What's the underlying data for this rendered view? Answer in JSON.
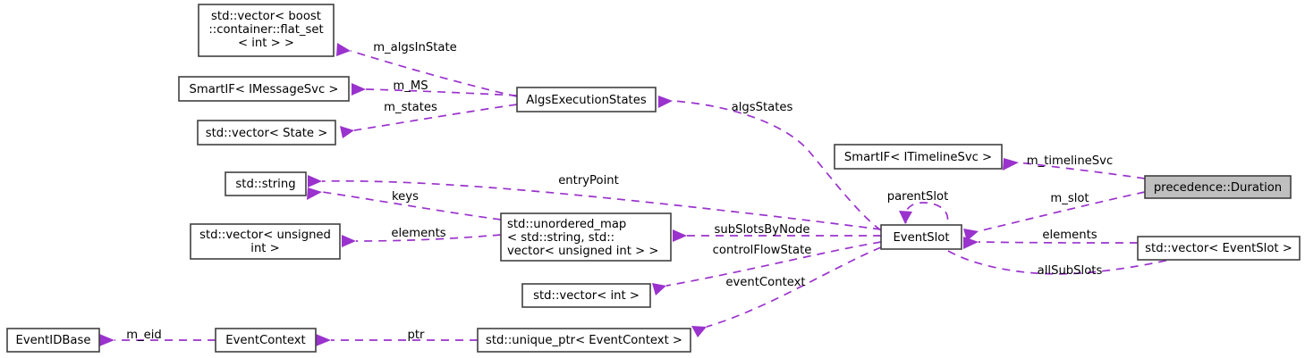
{
  "diagram": {
    "type": "uml-collaboration-graph",
    "background_color": "#ffffff",
    "edge_color": "#9a32cd",
    "node_border_color": "#404040",
    "node_fill_color": "#ffffff",
    "highlight_fill_color": "#bfbfbf",
    "nodes": [
      {
        "id": "vector-flat-set",
        "lines": [
          "std::vector< boost",
          "::container::flat_set",
          "< int > >"
        ],
        "align": "center",
        "highlight": false
      },
      {
        "id": "smartif-imessagesvc",
        "lines": [
          "SmartIF< IMessageSvc >"
        ],
        "align": "center",
        "highlight": false
      },
      {
        "id": "vector-state",
        "lines": [
          "std::vector< State >"
        ],
        "align": "center",
        "highlight": false
      },
      {
        "id": "algsexecutionstates",
        "lines": [
          "AlgsExecutionStates"
        ],
        "align": "center",
        "highlight": false
      },
      {
        "id": "std-string",
        "lines": [
          "std::string"
        ],
        "align": "center",
        "highlight": false
      },
      {
        "id": "vector-unsigned-int",
        "lines": [
          "std::vector< unsigned",
          "int >"
        ],
        "align": "center",
        "highlight": false
      },
      {
        "id": "unordered-map",
        "lines": [
          "std::unordered_map",
          "< std::string, std::",
          "vector< unsigned int > >"
        ],
        "align": "left",
        "highlight": false
      },
      {
        "id": "vector-int",
        "lines": [
          "std::vector< int >"
        ],
        "align": "center",
        "highlight": false
      },
      {
        "id": "smartif-itimelinesvc",
        "lines": [
          "SmartIF< ITimelineSvc >"
        ],
        "align": "center",
        "highlight": false
      },
      {
        "id": "eventslot",
        "lines": [
          "EventSlot"
        ],
        "align": "center",
        "highlight": false
      },
      {
        "id": "precedence-duration",
        "lines": [
          "precedence::Duration"
        ],
        "align": "center",
        "highlight": true
      },
      {
        "id": "vector-eventslot",
        "lines": [
          "std::vector< EventSlot >"
        ],
        "align": "center",
        "highlight": false
      },
      {
        "id": "eventidbase",
        "lines": [
          "EventIDBase"
        ],
        "align": "center",
        "highlight": false
      },
      {
        "id": "eventcontext",
        "lines": [
          "EventContext"
        ],
        "align": "center",
        "highlight": false
      },
      {
        "id": "unique-ptr-eventcontext",
        "lines": [
          "std::unique_ptr< EventContext >"
        ],
        "align": "center",
        "highlight": false
      }
    ],
    "edges": [
      {
        "id": "e-m-algsinstate",
        "label": "m_algsInState",
        "from": "algsexecutionstates",
        "to": "vector-flat-set"
      },
      {
        "id": "e-m-ms",
        "label": "m_MS",
        "from": "algsexecutionstates",
        "to": "smartif-imessagesvc"
      },
      {
        "id": "e-m-states",
        "label": "m_states",
        "from": "algsexecutionstates",
        "to": "vector-state"
      },
      {
        "id": "e-algsstates",
        "label": "algsStates",
        "from": "eventslot",
        "to": "algsexecutionstates"
      },
      {
        "id": "e-entrypoint",
        "label": "entryPoint",
        "from": "eventslot",
        "to": "std-string"
      },
      {
        "id": "e-keys",
        "label": "keys",
        "from": "unordered-map",
        "to": "std-string"
      },
      {
        "id": "e-elements-map",
        "label": "elements",
        "from": "unordered-map",
        "to": "vector-unsigned-int"
      },
      {
        "id": "e-subslotsbynode",
        "label": "subSlotsByNode",
        "from": "eventslot",
        "to": "unordered-map"
      },
      {
        "id": "e-controlflowstate",
        "label": "controlFlowState",
        "from": "eventslot",
        "to": "vector-int"
      },
      {
        "id": "e-eventcontext",
        "label": "eventContext",
        "from": "eventslot",
        "to": "unique-ptr-eventcontext"
      },
      {
        "id": "e-parentslot",
        "label": "parentSlot",
        "from": "eventslot",
        "to": "eventslot"
      },
      {
        "id": "e-m-timelinesvc",
        "label": "m_timelineSvc",
        "from": "precedence-duration",
        "to": "smartif-itimelinesvc"
      },
      {
        "id": "e-m-slot",
        "label": "m_slot",
        "from": "precedence-duration",
        "to": "eventslot"
      },
      {
        "id": "e-elements-slot",
        "label": "elements",
        "from": "vector-eventslot",
        "to": "eventslot"
      },
      {
        "id": "e-allsubslots",
        "label": "allSubSlots",
        "from": "eventslot",
        "to": "vector-eventslot"
      },
      {
        "id": "e-ptr",
        "label": "ptr",
        "from": "unique-ptr-eventcontext",
        "to": "eventcontext"
      },
      {
        "id": "e-m-eid",
        "label": "m_eid",
        "from": "eventcontext",
        "to": "eventidbase"
      }
    ]
  }
}
